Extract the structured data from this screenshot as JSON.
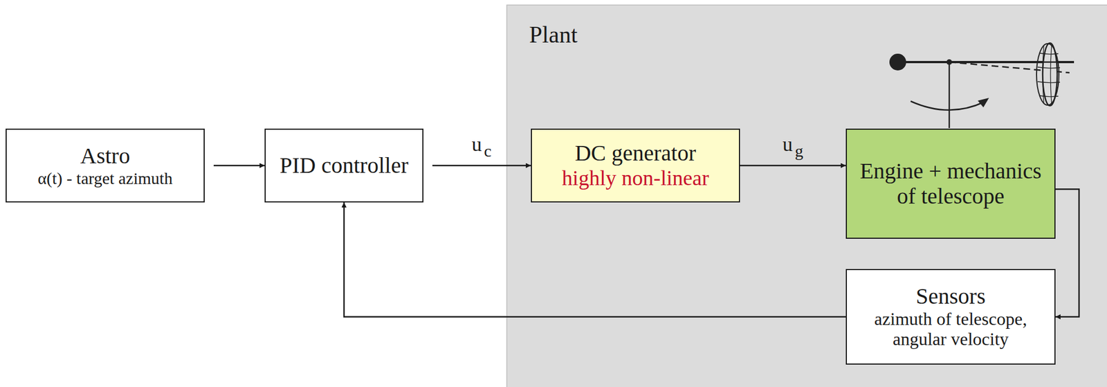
{
  "diagram": {
    "nodes": [
      {
        "text": [
          "Astro",
          "α(t) - target azimuth"
        ]
      },
      {
        "text": [
          "PID controller"
        ]
      },
      {
        "text": [
          "Plant"
        ]
      },
      {
        "text": [
          "DC generator",
          "highly non-linear"
        ],
        "in": 2
      },
      {
        "text": [
          "Engine + mechanics of telescope"
        ],
        "in": 2
      },
      {
        "text": [
          "Sensors",
          "azimuth of telescope, angular velocity"
        ],
        "in": 2
      }
    ],
    "edges": [
      {
        "from": 0,
        "to": 1,
        "arrow": "to"
      },
      {
        "from": 1,
        "to": 3,
        "label": "uc",
        "arrow": "to"
      },
      {
        "from": 3,
        "to": 4,
        "label": "ug",
        "arrow": "to"
      },
      {
        "from": 4,
        "to": 5,
        "arrow": "to"
      },
      {
        "from": 5,
        "to": 1,
        "arrow": "to"
      }
    ]
  }
}
